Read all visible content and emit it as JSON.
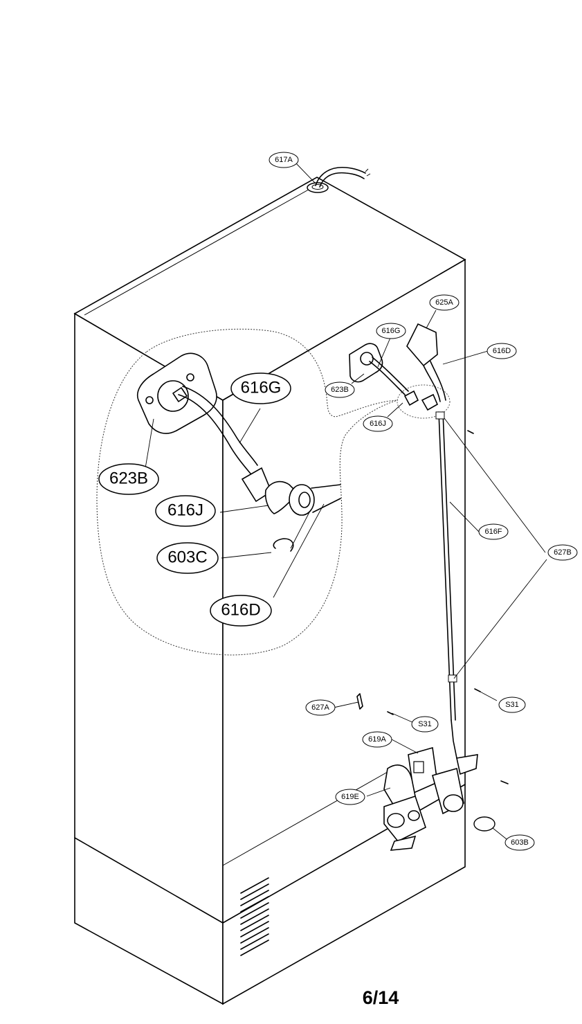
{
  "callouts": {
    "c617A": "617A",
    "c625A": "625A",
    "c616G": "616G",
    "c616D": "616D",
    "c623B": "623B",
    "c616J": "616J",
    "c616F": "616F",
    "c627B": "627B",
    "c627A": "627A",
    "cS31a": "S31",
    "cS31b": "S31",
    "c619A": "619A",
    "c619E": "619E",
    "c603B": "603B"
  },
  "detail_callouts": {
    "d616G": "616G",
    "d623B": "623B",
    "d616J": "616J",
    "d603C": "603C",
    "d616D": "616D"
  },
  "page_number": "6/14"
}
